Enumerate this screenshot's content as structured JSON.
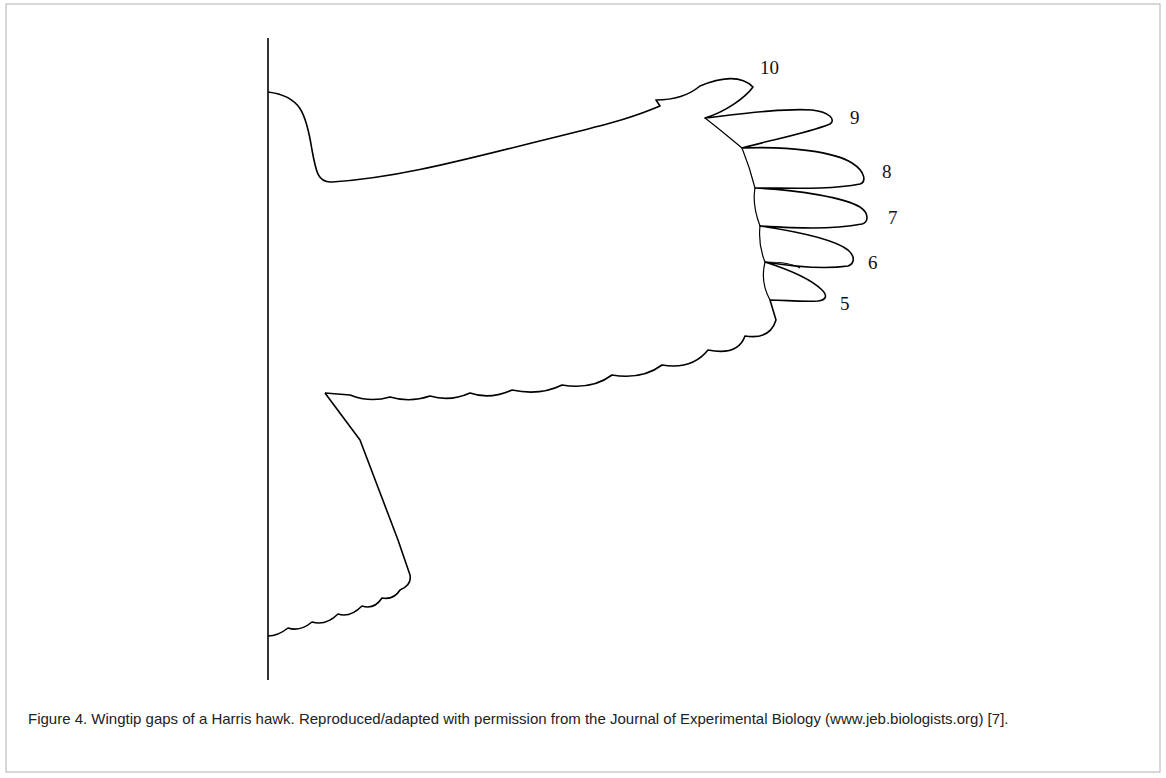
{
  "diagram": {
    "caption": "Figure 4. Wingtip gaps of a Harris hawk. Reproduced/adapted with permission from the Journal of Experimental Biology (www.jeb.biologists.org) [7].",
    "labels": [
      "10",
      "9",
      "8",
      "7",
      "6",
      "5"
    ]
  }
}
